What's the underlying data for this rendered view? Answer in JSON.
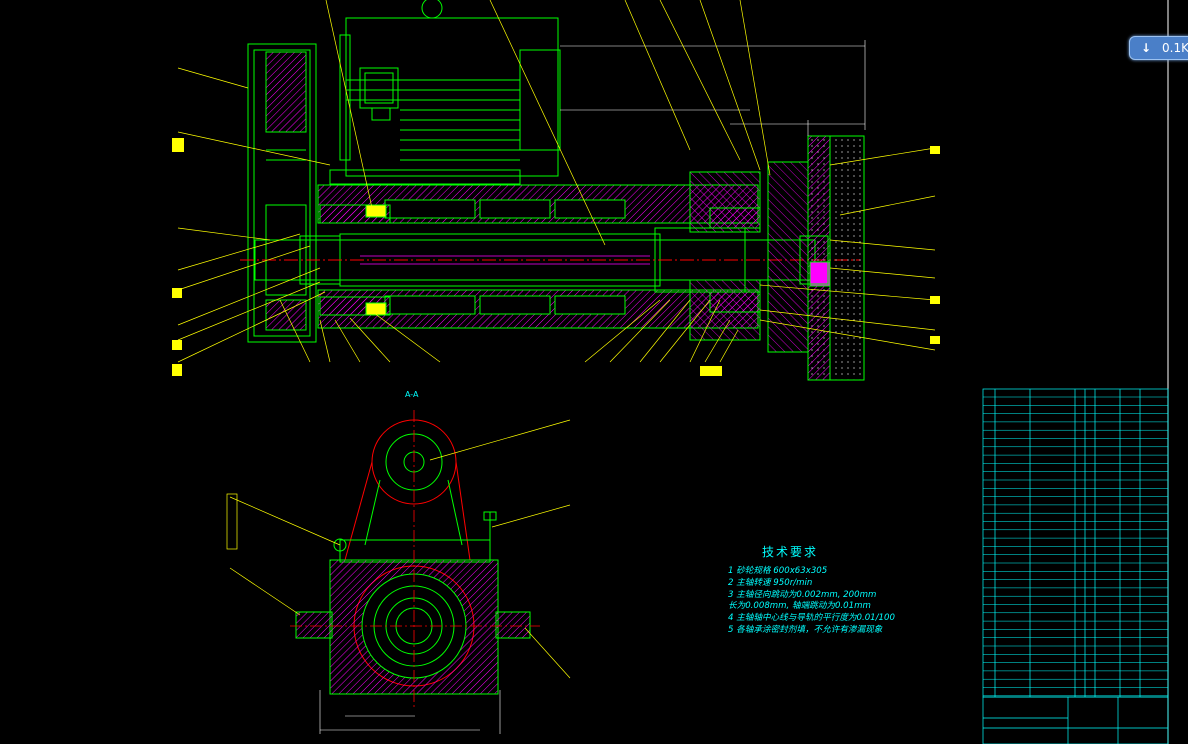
{
  "section_label": "A-A",
  "technical_requirements": {
    "title": "技术要求",
    "items": [
      "1   砂轮规格 600x63x305",
      "2   主轴转速 950r/min",
      "3   主轴径向跳动为0.002mm, 200mm",
      "长为0.008mm, 轴端跳动为0.01mm",
      "4   主轴轴中心线与导轨的平行度为0.01/100",
      "5   各轴承涂密封剂填，不允许有渗漏现象"
    ]
  },
  "download_badge": {
    "icon": "download-arrow-icon",
    "label": "0.1K"
  },
  "colors": {
    "background": "#000000",
    "outline": "#00ff00",
    "hatch": "#ff00ff",
    "leader": "#ffff00",
    "frame": "#00ffff",
    "centerline": "#ff0000",
    "badge": "#4a7fc8"
  }
}
